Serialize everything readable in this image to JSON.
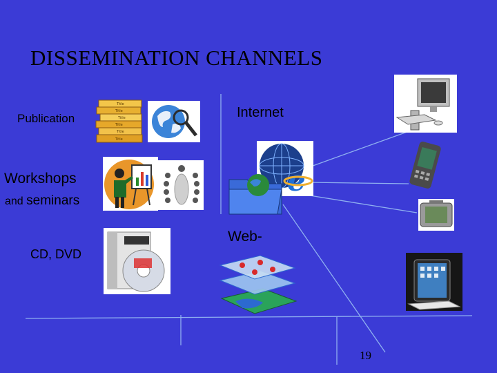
{
  "slide": {
    "title": "DISSEMINATION CHANNELS",
    "page_number": "19",
    "background_color": "#3b3bd6",
    "line_color": "#8fb0f0"
  },
  "channels": {
    "publication": "Publication",
    "internet": "Internet",
    "workshops": "Workshops",
    "seminars_prefix": "and",
    "seminars": "seminars",
    "cd_dvd": "CD, DVD",
    "web_gis": "Web-"
  },
  "book_spines": [
    "Title",
    "Title",
    "Title",
    "Title",
    "Title",
    "Title"
  ]
}
